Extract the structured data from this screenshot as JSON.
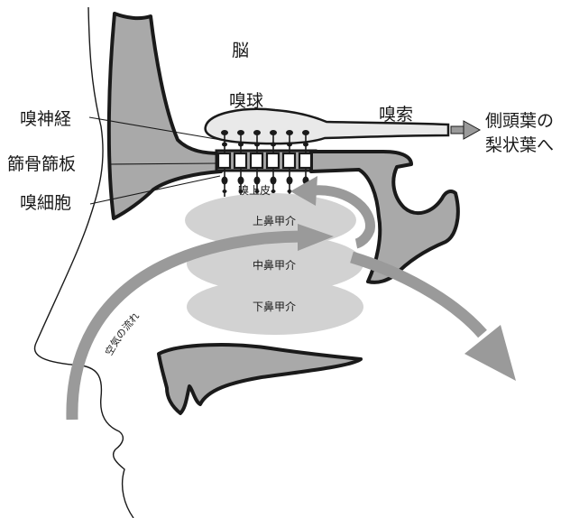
{
  "labels": {
    "brain": "脳",
    "olfactory_bulb": "嗅球",
    "olfactory_tract": "嗅索",
    "destination_line1": "側頭葉の",
    "destination_line2": "梨状葉へ",
    "olfactory_nerve": "嗅神経",
    "cribriform_plate": "篩骨篩板",
    "olfactory_cell": "嗅細胞",
    "olfactory_epithelium": "嗅上皮",
    "superior_concha": "上鼻甲介",
    "middle_concha": "中鼻甲介",
    "inferior_concha": "下鼻甲介",
    "airflow": "空気の流れ"
  },
  "colors": {
    "bone_fill": "#a9a9a9",
    "outline": "#1a1a1a",
    "concha_fill": "#d2d2d2",
    "airflow_arrow": "#9a9a9a",
    "bulb_fill": "#e9e9e9"
  }
}
